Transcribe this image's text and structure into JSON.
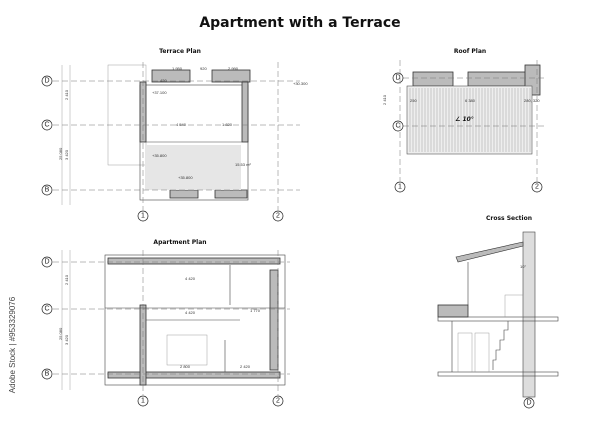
{
  "title": "Apartment with a Terrace",
  "watermark": "Adobe Stock | #953329076",
  "axes": {
    "rows": [
      "D",
      "C",
      "B"
    ],
    "cols": [
      "1",
      "2"
    ]
  },
  "terrace_plan": {
    "title": "Terrace Plan",
    "dims": {
      "overall": "25 080",
      "upper": "2 410",
      "lower": "3 420",
      "top_a": "420",
      "top_b": "1 950",
      "top_c": "920",
      "top_d": "2 990",
      "w1": "4 540",
      "w2": "1 820"
    },
    "levels": [
      "+37.100",
      "+35.800",
      "+35.800",
      "+30.300"
    ],
    "rooms": [
      "15.53 m²"
    ]
  },
  "roof_plan": {
    "title": "Roof Plan",
    "dims": {
      "left": "250",
      "mid": "6 380",
      "right": "280, 320",
      "height": "2 410"
    },
    "slope": "∠ 10°"
  },
  "apartment_plan": {
    "title": "Apartment Plan",
    "dims": {
      "overall": "25 080",
      "upper": "2 410",
      "lower": "3 420",
      "w1": "4 420",
      "w2": "4 420",
      "w3": "2 800",
      "w4": "2 420",
      "w5": "1 770"
    }
  },
  "cross_section": {
    "title": "Cross Section",
    "axis": "D",
    "slope": "10°"
  }
}
